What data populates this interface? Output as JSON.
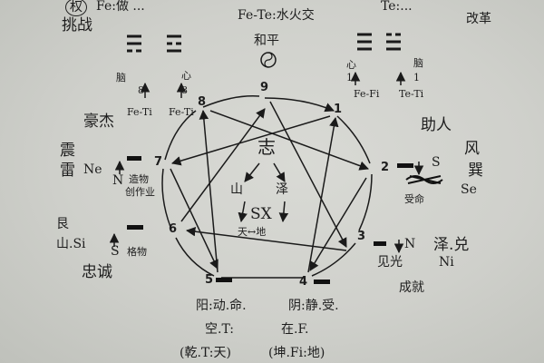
{
  "top": {
    "challenge_label": "挑战",
    "challenge_badge": "权",
    "top_left_fragment": "Fe:做 ...",
    "center_formula": "Fe-Te:水火交",
    "peace_label": "和平",
    "top_right_fragment": "Te:...",
    "reform_label": "改革"
  },
  "nodes": {
    "n1": "1",
    "n2": "2",
    "n3": "3",
    "n4": "4",
    "n5": "5",
    "n6": "6",
    "n7": "7",
    "n8": "8",
    "n9": "9"
  },
  "node8": {
    "left_top": "脑",
    "right_top": "心",
    "left_digit": "8",
    "right_digit": "8",
    "formula_left": "Fe-Ti",
    "formula_right": "Fe-Ti"
  },
  "node1": {
    "left_top": "心",
    "right_top": "脑",
    "left_digit": "1",
    "right_digit": "1",
    "formula_left": "Fe-Fi",
    "formula_right": "Te-Ti"
  },
  "left": {
    "rebel_label": "豪杰",
    "thunder_1": "震",
    "thunder_2": "雷",
    "ne_label": "Ne",
    "n_label": "N",
    "creativity_label": "造物",
    "creativity_label_2": "创作业",
    "mountain_1": "艮",
    "mountain_2": "山.Si",
    "s_label": "S",
    "goods_label": "格物",
    "loyal_label": "忠诚"
  },
  "center": {
    "will_label": "志",
    "mountain": "山",
    "lake": "泽",
    "sx_label": "SX",
    "heaven_earth": "天↔地"
  },
  "right": {
    "help_label": "助人",
    "wind_label": "风",
    "xun_label": "巽",
    "s_label": "S",
    "se_label": "Se",
    "shou_label": "受命",
    "n_label": "N",
    "see_light": "见光",
    "ni_label": "Ni",
    "lake_dui": "泽.兑",
    "success_label": "成就"
  },
  "bottom": {
    "yang_label": "阳:动.命.",
    "yin_label": "阴:静.受.",
    "kong_label": "空.T:",
    "zai_label": "在.F.",
    "qian_label": "(乾.T:天)",
    "kun_label": "(坤.Fi:地)"
  }
}
